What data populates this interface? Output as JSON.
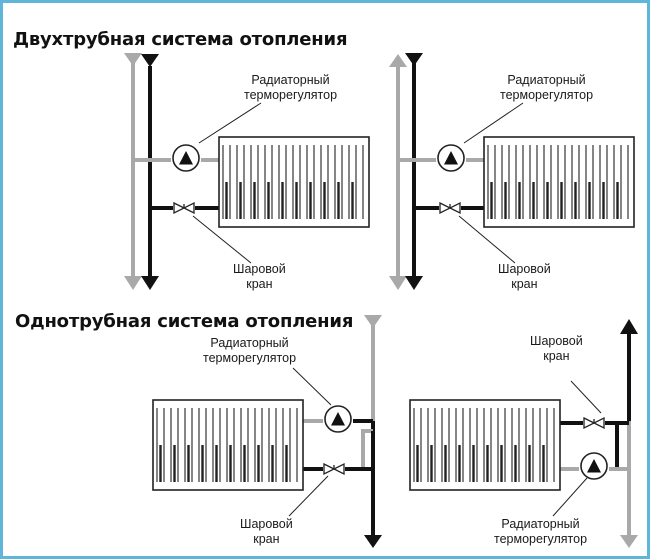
{
  "headings": {
    "two_pipe": "Двухтрубная система отопления",
    "one_pipe": "Однотрубная система отопления"
  },
  "labels": {
    "thermo_line1": "Радиаторный",
    "thermo_line2": "терморегулятор",
    "valve_line1": "Шаровой",
    "valve_line2": "кран"
  },
  "colors": {
    "supply_pipe": "#111111",
    "return_pipe": "#a9a9a9",
    "frame_border": "#5fb6d9"
  },
  "icons": [
    "thermostat-valve-icon",
    "ball-valve-icon",
    "radiator-icon",
    "flow-arrow-icon"
  ]
}
